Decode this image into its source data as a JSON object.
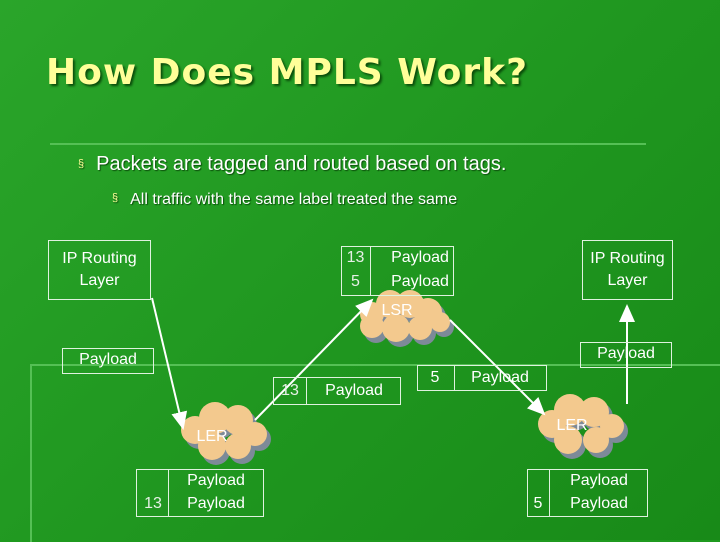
{
  "slide": {
    "title": "How Does MPLS Work?",
    "bullets": [
      "Packets are tagged and routed based on tags.",
      "All traffic with the same label treated the same"
    ],
    "bullet_marker": "§"
  },
  "diagram": {
    "ip_routing_left": [
      "IP Routing",
      "Layer"
    ],
    "ip_routing_right": [
      "IP Routing",
      "Layer"
    ],
    "lsr": {
      "label": "LSR",
      "stack_labels": [
        "13",
        "5"
      ],
      "stack_payloads": [
        "Payload",
        "Payload"
      ]
    },
    "payload_left": "Payload",
    "payload_right": "Payload",
    "packet_in": {
      "label": "13",
      "payload": "Payload"
    },
    "packet_out": {
      "label": "5",
      "payload": "Payload"
    },
    "ler_left": {
      "label": "LER",
      "tag": "13",
      "payloads": [
        "Payload",
        "Payload"
      ]
    },
    "ler_right": {
      "label": "LER",
      "tag": "5",
      "payloads": [
        "Payload",
        "Payload"
      ]
    }
  },
  "colors": {
    "background": "#1f9a1f",
    "title": "#ffff99",
    "text": "#ffffff",
    "cloud": "#f3c98e",
    "cloud_shadow": "#7d8a98",
    "box_border": "#dff2df",
    "arrow": "#ffffff"
  }
}
